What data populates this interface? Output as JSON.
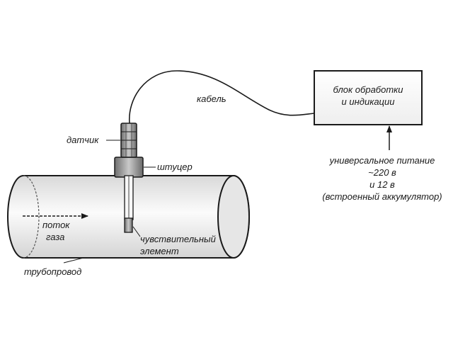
{
  "labels": {
    "cable": "кабель",
    "processing_unit_line1": "блок обработки",
    "processing_unit_line2": "и индикации",
    "sensor": "датчик",
    "fitting": "штуцер",
    "power_line1": "универсальное питание",
    "power_line2": "~220 в",
    "power_line3": "и 12 в",
    "power_line4": "(встроенный аккумулятор)",
    "gas_flow_line1": "поток",
    "gas_flow_line2": "газа",
    "sensitive_element_line1": "чувствительный",
    "sensitive_element_line2": "элемент",
    "pipeline": "трубопровод"
  },
  "colors": {
    "stroke": "#1a1a1a",
    "box_fill": "#f4f4f4",
    "pipe_fill": "#f2f2f2",
    "sensor_fill": "#b8b8b8",
    "fitting_fill": "#a6a6a6"
  }
}
